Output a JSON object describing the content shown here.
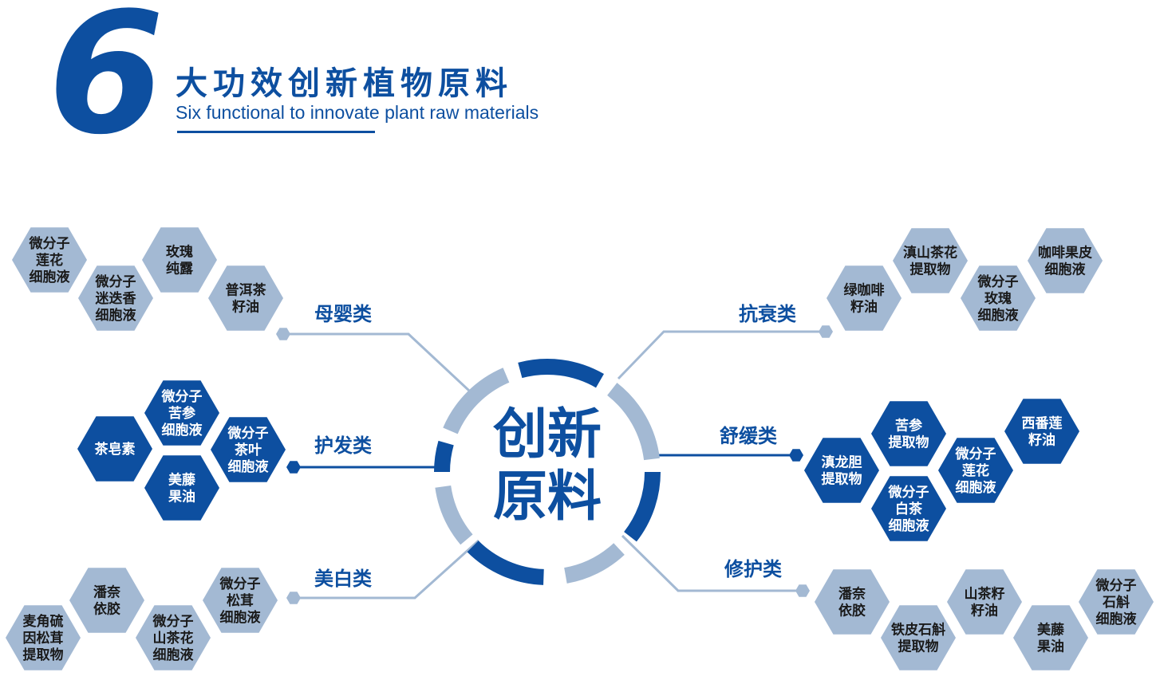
{
  "header": {
    "number": "6",
    "title_cn": "大功效创新植物原料",
    "title_en": "Six functional to innovate plant raw materials"
  },
  "center": {
    "line1": "创新",
    "line2": "原料"
  },
  "colors": {
    "accent": "#0d4fa0",
    "light": "#a3b9d3",
    "dark": "#0d4fa0"
  },
  "categories": [
    {
      "id": "muying",
      "label": "母婴类",
      "style": "light",
      "items": [
        [
          "微分子",
          "莲花",
          "细胞液"
        ],
        [
          "微分子",
          "迷迭香",
          "细胞液"
        ],
        [
          "玫瑰",
          "纯露"
        ],
        [
          "普洱茶",
          "籽油"
        ]
      ]
    },
    {
      "id": "hufa",
      "label": "护发类",
      "style": "dark",
      "items": [
        [
          "微分子",
          "苦参",
          "细胞液"
        ],
        [
          "茶皂素"
        ],
        [
          "微分子",
          "茶叶",
          "细胞液"
        ],
        [
          "美藤",
          "果油"
        ]
      ]
    },
    {
      "id": "meibai",
      "label": "美白类",
      "style": "light",
      "items": [
        [
          "潘奈",
          "依胶"
        ],
        [
          "微分子",
          "松茸",
          "细胞液"
        ],
        [
          "麦角硫",
          "因松茸",
          "提取物"
        ],
        [
          "微分子",
          "山茶花",
          "细胞液"
        ]
      ]
    },
    {
      "id": "kangshuai",
      "label": "抗衰类",
      "style": "light",
      "items": [
        [
          "滇山茶花",
          "提取物"
        ],
        [
          "咖啡果皮",
          "细胞液"
        ],
        [
          "绿咖啡",
          "籽油"
        ],
        [
          "微分子",
          "玫瑰",
          "细胞液"
        ]
      ]
    },
    {
      "id": "shuhuan",
      "label": "舒缓类",
      "style": "dark",
      "items": [
        [
          "苦参",
          "提取物"
        ],
        [
          "西番莲",
          "籽油"
        ],
        [
          "滇龙胆",
          "提取物"
        ],
        [
          "微分子",
          "莲花",
          "细胞液"
        ],
        [
          "微分子",
          "白茶",
          "细胞液"
        ]
      ]
    },
    {
      "id": "xiuhu",
      "label": "修护类",
      "style": "light",
      "items": [
        [
          "潘奈",
          "依胶"
        ],
        [
          "山茶籽",
          "籽油"
        ],
        [
          "微分子",
          "石斛",
          "细胞液"
        ],
        [
          "铁皮石斛",
          "提取物"
        ],
        [
          "美藤",
          "果油"
        ]
      ]
    }
  ]
}
